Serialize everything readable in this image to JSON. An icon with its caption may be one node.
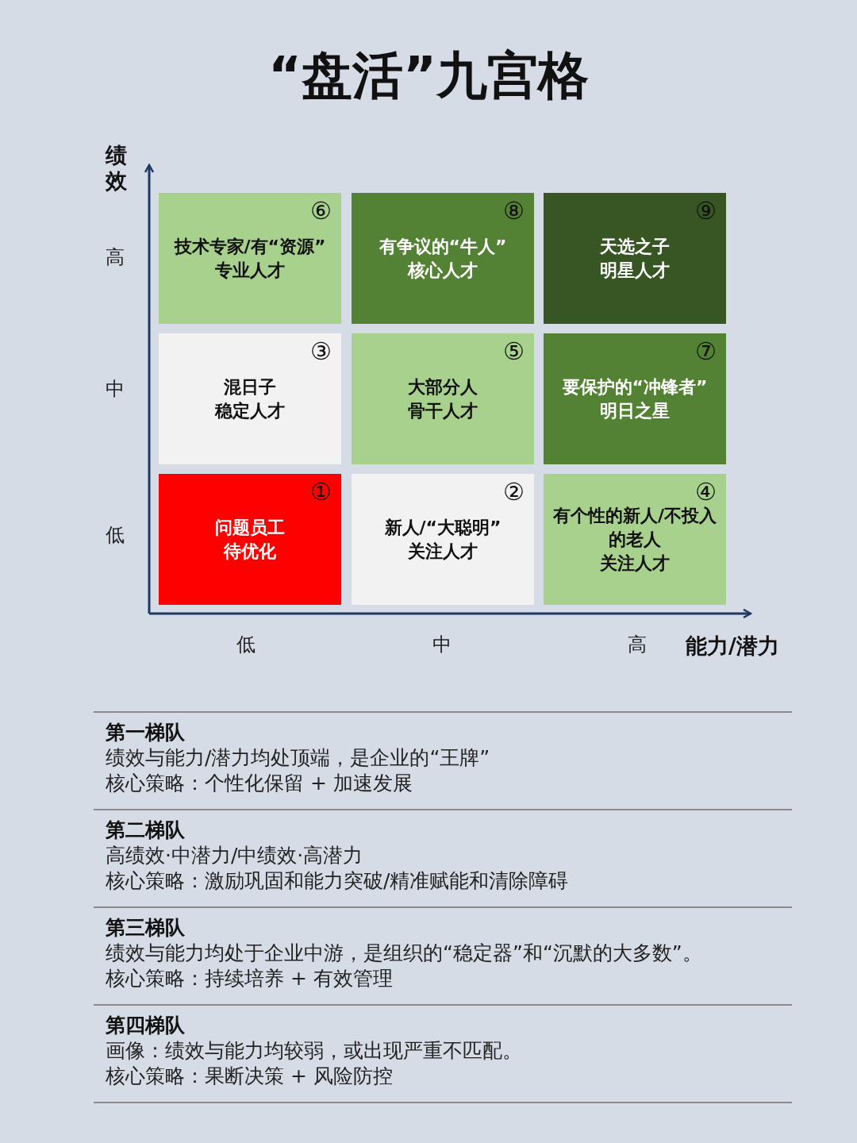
{
  "diagram": {
    "title": "“盘活”九宫格",
    "nodes": [
      {
        "text": [
          "⑥",
          "技术专家/有“资源”",
          "专业人才"
        ]
      },
      {
        "text": [
          "⑧",
          "有争议的“牛人”",
          "核心人才"
        ]
      },
      {
        "text": [
          "⑨",
          "天选之子",
          "明星人才"
        ]
      },
      {
        "text": [
          "③",
          "混日子",
          "稳定人才"
        ]
      },
      {
        "text": [
          "⑤",
          "大部分人",
          "骨干人才"
        ]
      },
      {
        "text": [
          "⑦",
          "要保护的“冲锋者”",
          "明日之星"
        ]
      },
      {
        "text": [
          "①",
          "问题员工",
          "待优化"
        ]
      },
      {
        "text": [
          "②",
          "新人/“大聪明”",
          "关注人才"
        ]
      },
      {
        "text": [
          "④",
          "有个性的新人/不投入的老人",
          "关注人才"
        ]
      }
    ],
    "labels": [
      "绩效",
      "高",
      "中",
      "低",
      "低",
      "中",
      "高",
      "能力/潜力",
      "第一梯队",
      "绩效与能力/潜力均处顶端，是企业的“王牌”",
      "核心策略：个性化保留 + 加速发展",
      "第二梯队",
      "高绩效·中潜力/中绩效·高潜力",
      "核心策略：激励巩固和能力突破/精准赋能和清除障碍",
      "第三梯队",
      "绩效与能力均处于企业中游，是组织的“稳定器”和“沉默的大多数”。",
      "核心策略：持续培养 + 有效管理",
      "第四梯队",
      "画像：绩效与能力均较弱，或出现严重不匹配。",
      "核心策略：果断决策 + 风险防控"
    ]
  }
}
